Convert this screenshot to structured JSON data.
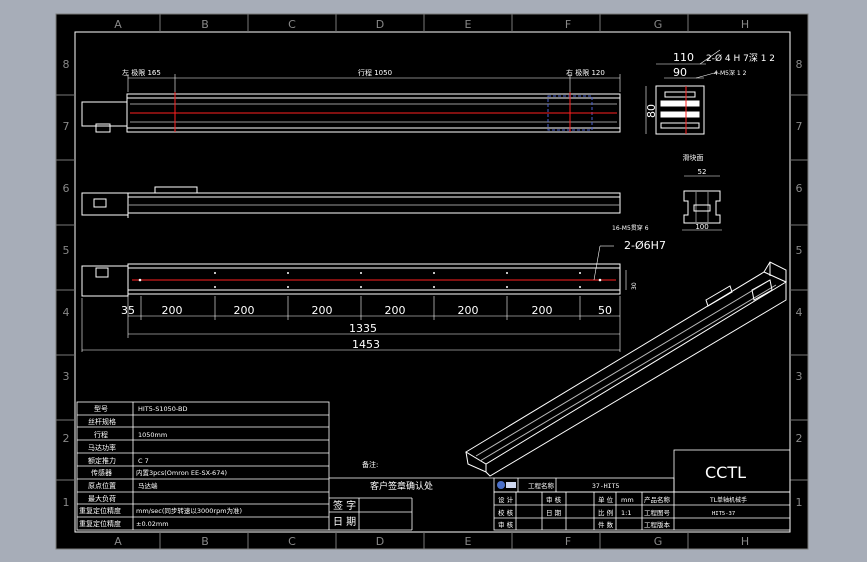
{
  "sheet": {
    "columns": [
      "A",
      "B",
      "C",
      "D",
      "E",
      "F",
      "G",
      "H"
    ],
    "rows": [
      "8",
      "7",
      "6",
      "5",
      "4",
      "3",
      "2",
      "1"
    ]
  },
  "top_view": {
    "left_label": "左 极限 165",
    "stroke_label": "行程 1050",
    "right_label": "右 极限 120"
  },
  "bottom_view": {
    "dims": [
      "35",
      "200",
      "200",
      "200",
      "200",
      "200",
      "200",
      "50"
    ],
    "total_inner": "1335",
    "total_outer": "1453",
    "hole_spec": "16-M5贯穿 6",
    "pin_spec": "2-Ø6H7",
    "side_dim": "30"
  },
  "end_view": {
    "dim_110": "110",
    "dim_90": "90",
    "dim_80": "80",
    "hole_note1": "2-Ø 4 H 7深 1 2",
    "hole_note2": "4-M5深 1 2"
  },
  "section_view": {
    "title": "滑块面",
    "dim_top": "52",
    "dim_bottom": "100"
  },
  "spec_table": [
    {
      "label": "型号",
      "value": "HIT5-S1050-BD"
    },
    {
      "label": "丝杆规格",
      "value": ""
    },
    {
      "label": "行程",
      "value": "1050mm"
    },
    {
      "label": "马达功率",
      "value": ""
    },
    {
      "label": "额定推力",
      "value": "C 7"
    },
    {
      "label": "传感器",
      "value": "内置3pcs(Omron EE-SX-674)"
    },
    {
      "label": "原点位置",
      "value": "马达端"
    },
    {
      "label": "最大负荷",
      "value": ""
    },
    {
      "label": "重复定位精度",
      "value": "mm/sec(同步转速以3000rpm为准)"
    },
    {
      "label": "重复定位精度",
      "value": "±0.02mm"
    }
  ],
  "remark_label": "备注:",
  "customer_confirm": {
    "title": "客户签章确认处",
    "sign_label": "签 字",
    "date_label": "日 期"
  },
  "title_block": {
    "project_label": "工程名称",
    "project_value": "37-HIT5",
    "rows": [
      [
        "设 计",
        "",
        "审 核",
        "",
        "单 位",
        "mm",
        "产品名称",
        "TL单轴机械手"
      ],
      [
        "校 核",
        "",
        "日 期",
        "",
        "比 例",
        "1:1",
        "工程图号",
        "HIT5-37"
      ],
      [
        "审 核",
        "",
        "",
        "",
        "件 数",
        "",
        "工程版本",
        ""
      ]
    ]
  },
  "brand": "CCTL"
}
